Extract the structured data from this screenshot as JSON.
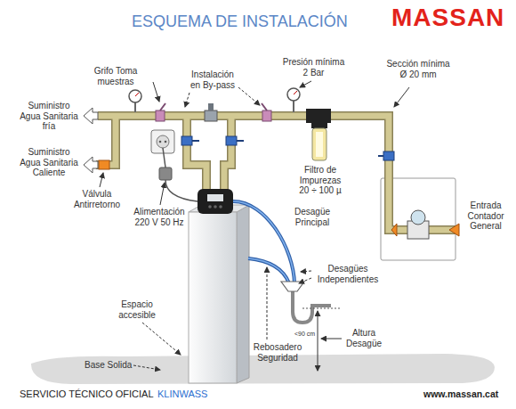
{
  "diagram": {
    "title": "ESQUEMA DE INSTALACIÓN",
    "labels": [
      "MASSAN",
      "Grifo Toma muestras",
      "Instalación en By-pass",
      "Presión mínima 2 Bar",
      "Sección mínima Ø 20 mm",
      "Suministro Agua Sanitaria fría",
      "Suministro Agua Sanitaria Caliente",
      "Válvula Antirretorno",
      "Alimentación 220 V 50 Hz",
      "Filtro de Impurezas 20 ÷ 100 µ",
      "Entrada Contador General",
      "Desagüe Principal",
      "Desagües Independientes",
      "Espacio accesible",
      "Base Solida",
      "<90 cm",
      "Altura Desagüe",
      "Rebosadero Seguridad",
      "SERVICIO TÉCNICO OFICIAL",
      "KLINWASS",
      "www.massan.cat"
    ]
  }
}
